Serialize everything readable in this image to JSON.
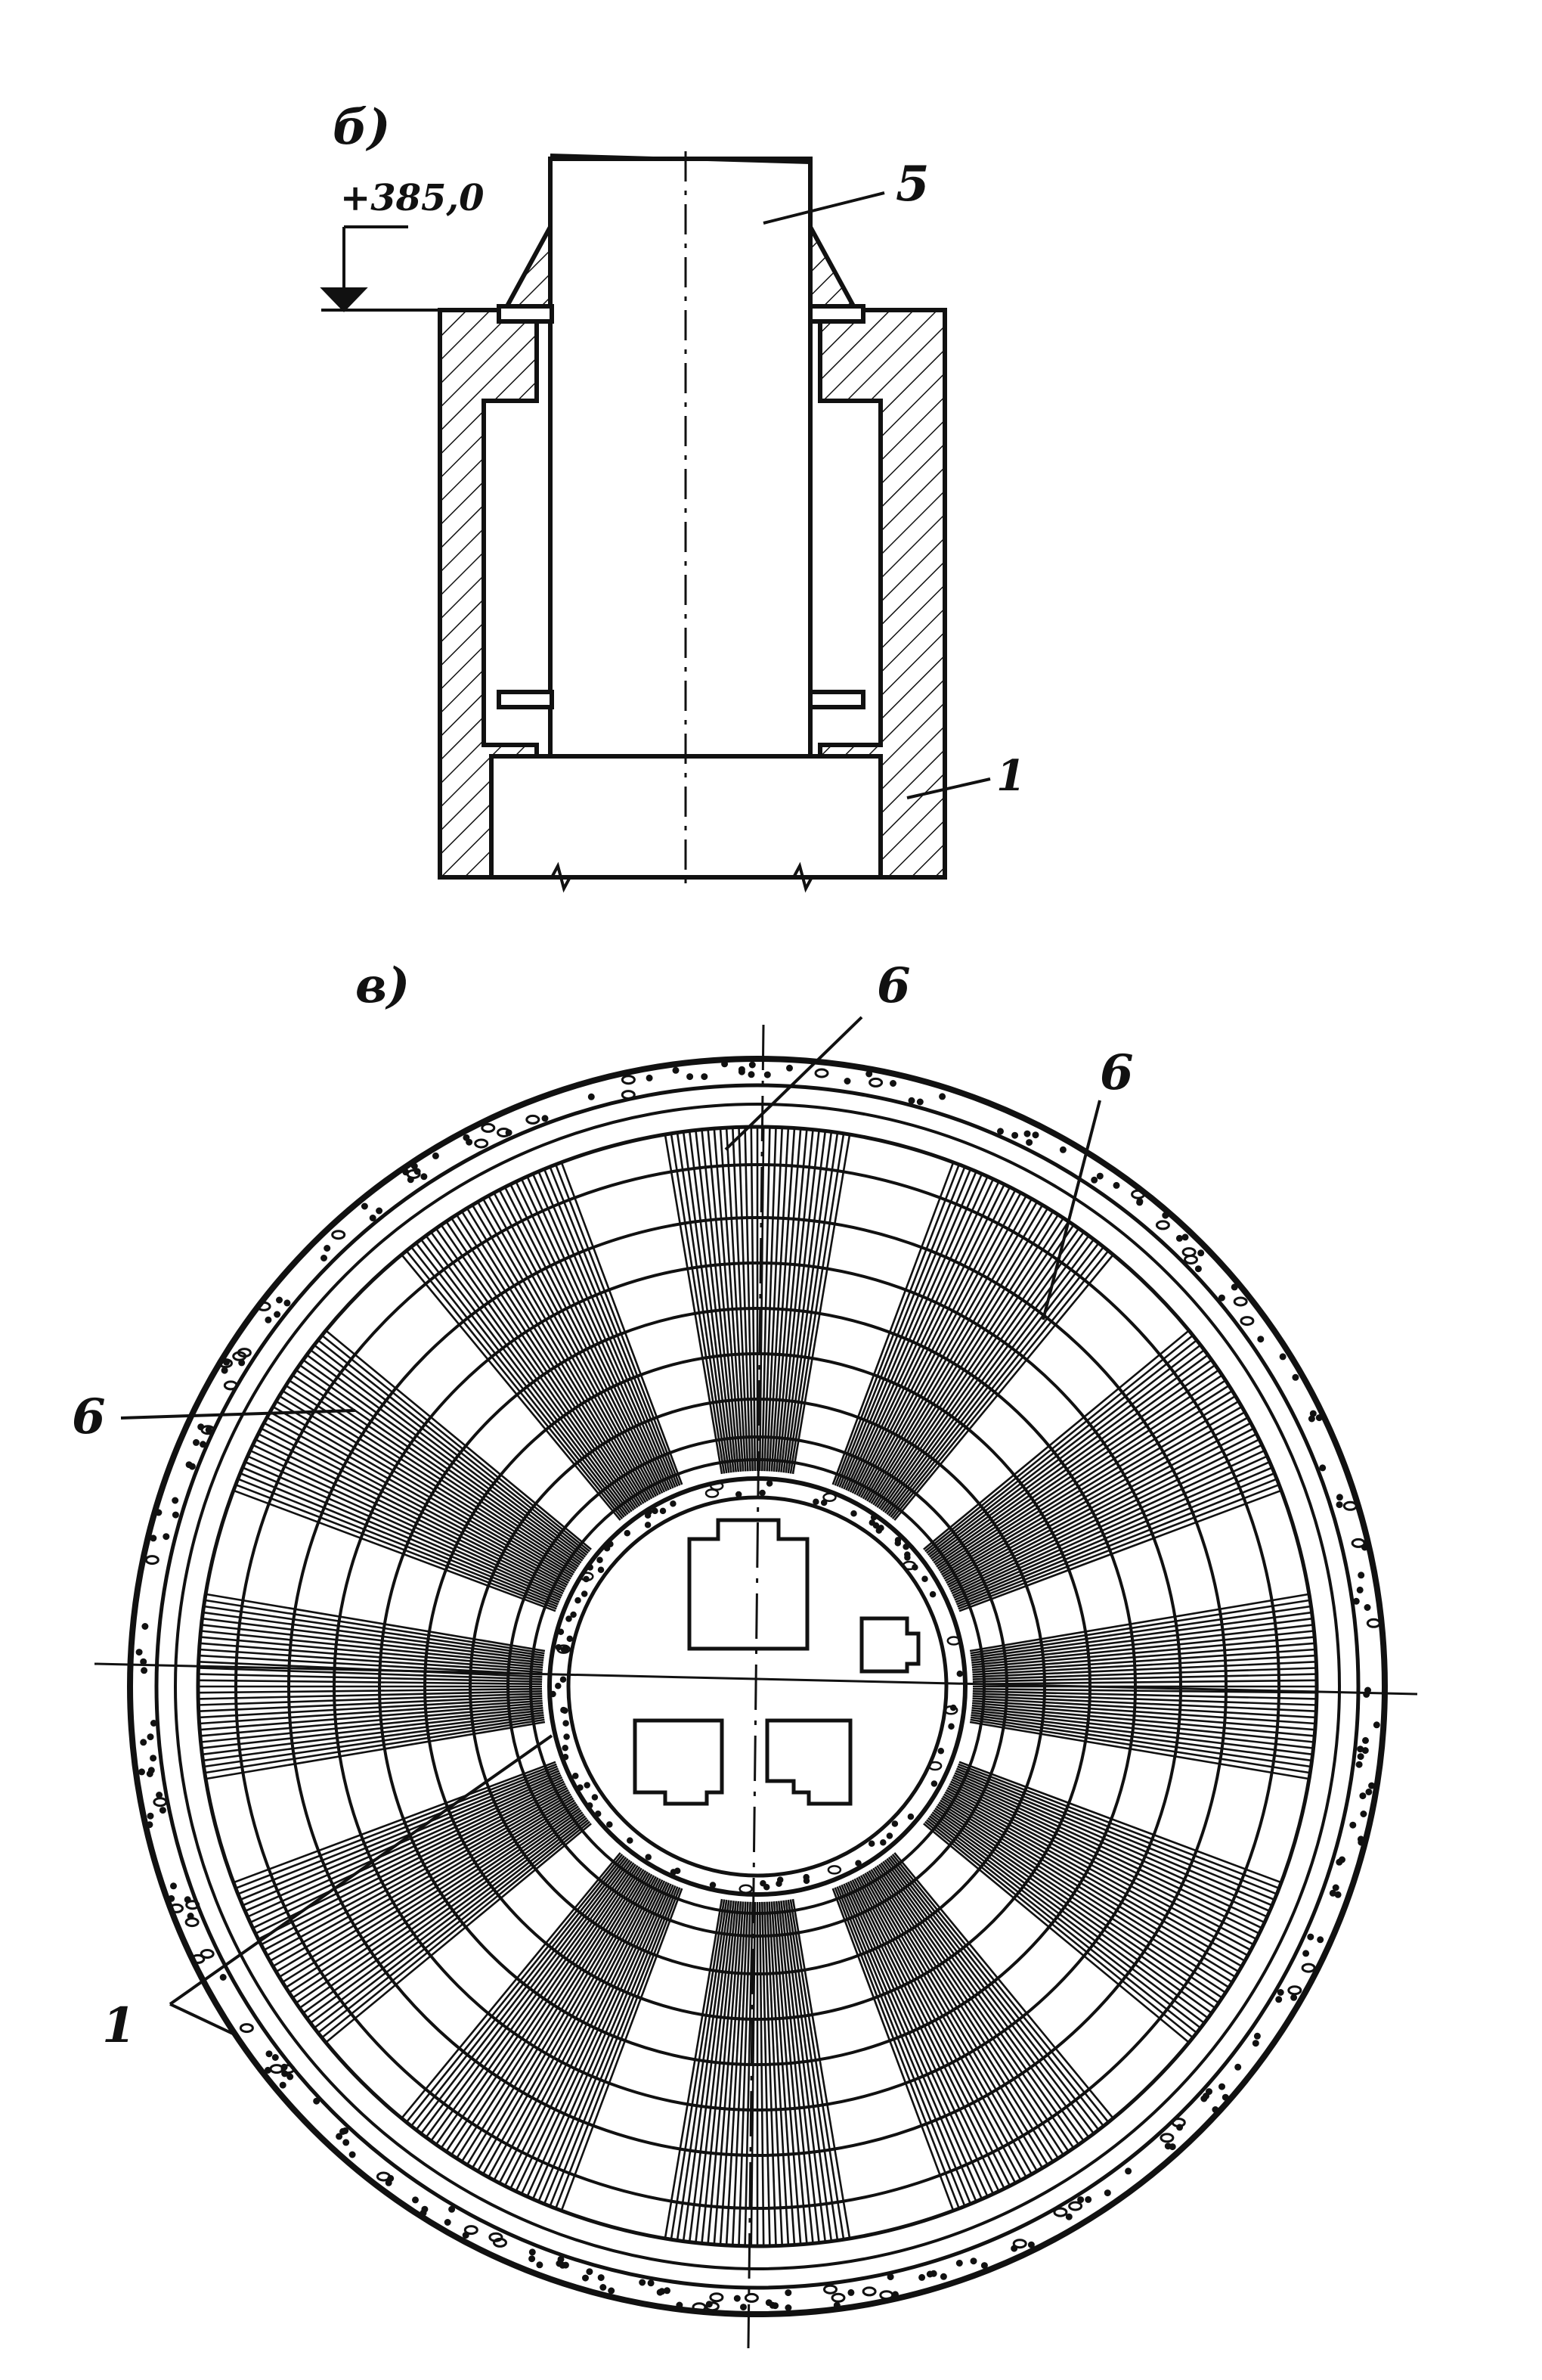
{
  "section_b": {
    "panel_label": "б)",
    "elevation": "+385,0",
    "callouts": {
      "shaft": "5",
      "casing": "1"
    }
  },
  "section_c": {
    "panel_label": "в)",
    "callouts": {
      "top": "6",
      "upper_right": "6",
      "left": "6",
      "lower_left": "1"
    }
  },
  "colors": {
    "ink": "#111111",
    "paper": "#ffffff"
  }
}
